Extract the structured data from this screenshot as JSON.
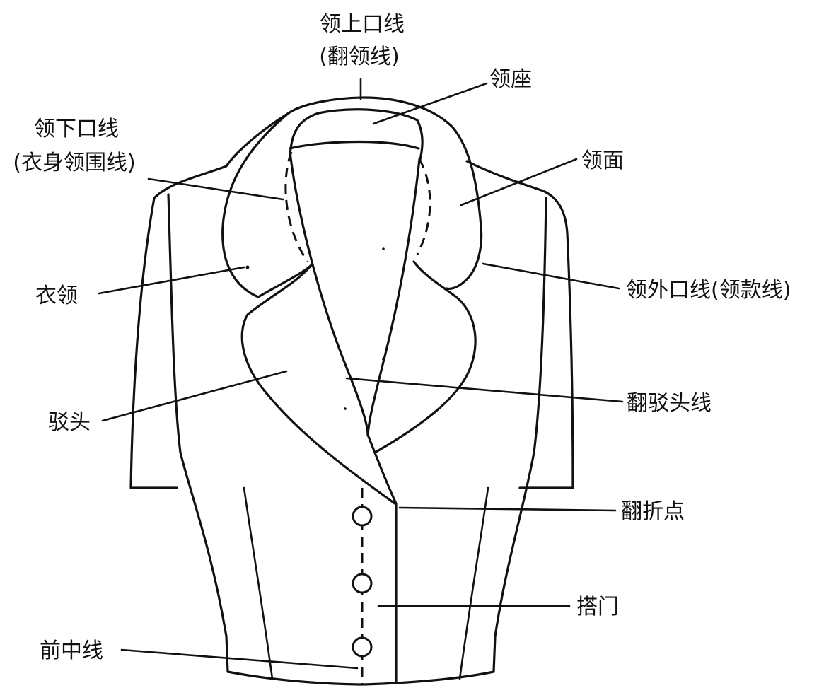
{
  "diagram": {
    "labels": {
      "collar_top_line": "领上口线",
      "collar_top_line_alt": "(翻领线)",
      "collar_stand": "领座",
      "collar_bottom_line": "领下口线",
      "collar_bottom_line_alt": "(衣身领围线)",
      "collar_face": "领面",
      "collar": "衣领",
      "collar_outer_line": "领外口线(领款线)",
      "lapel": "驳头",
      "roll_line": "翻驳头线",
      "break_point": "翻折点",
      "overlap": "搭门",
      "center_front_line": "前中线"
    },
    "buttons": 3,
    "colors": {
      "ink": "#111111",
      "background": "#ffffff"
    }
  }
}
